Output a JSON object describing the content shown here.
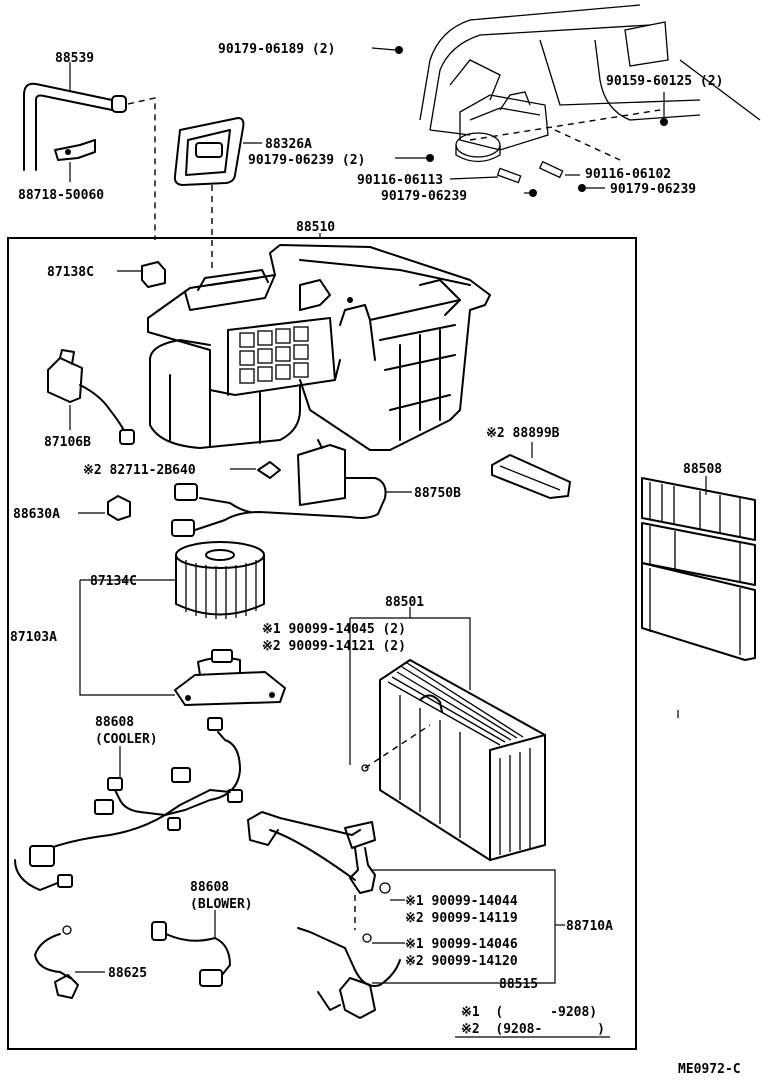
{
  "labels": {
    "hose_88539": "88539",
    "clip_88718": "88718-50060",
    "grommet_88326a": "88326A",
    "bolt_90179_06239_2": "90179-06239 (2)",
    "nut_90179_06189": "90179-06189 (2)",
    "bolt_90159_60125": "90159-60125 (2)",
    "stud_90116_06113": "90116-06113",
    "nut_90179_06239_a": "90179-06239",
    "stud_90116_06102": "90116-06102",
    "nut_90179_06239_b": "90179-06239",
    "unit_88510": "88510",
    "sensor_87138c": "87138C",
    "motor_87106b": "87106B",
    "clip_82711": "※2  82711-2B640",
    "amp_88630a": "88630A",
    "harness_88750b": "88750B",
    "plate_88899b": "※2  88899B",
    "filter_88508": "88508",
    "fan_87134c": "87134C",
    "motor_87103a": "87103A",
    "evap_88501": "88501",
    "screw_14045": "※1  90099-14045 (2)",
    "screw_14121": "※2  90099-14121 (2)",
    "harness_88608_cooler": "88608",
    "harness_88608_cooler_note": "(COOLER)",
    "harness_88608_blower": "88608",
    "harness_88608_blower_note": "(BLOWER)",
    "resistor_88625": "88625",
    "oring_14044": "※1  90099-14044",
    "oring_14119": "※2  90099-14119",
    "valve_88710a": "88710A",
    "oring_14046": "※1  90099-14046",
    "oring_14120": "※2  90099-14120",
    "sensor_88515": "88515",
    "legend_1": "※1  (      -9208)",
    "legend_2": "※2  (9208-       )",
    "figure_id": "ME0972-C"
  }
}
